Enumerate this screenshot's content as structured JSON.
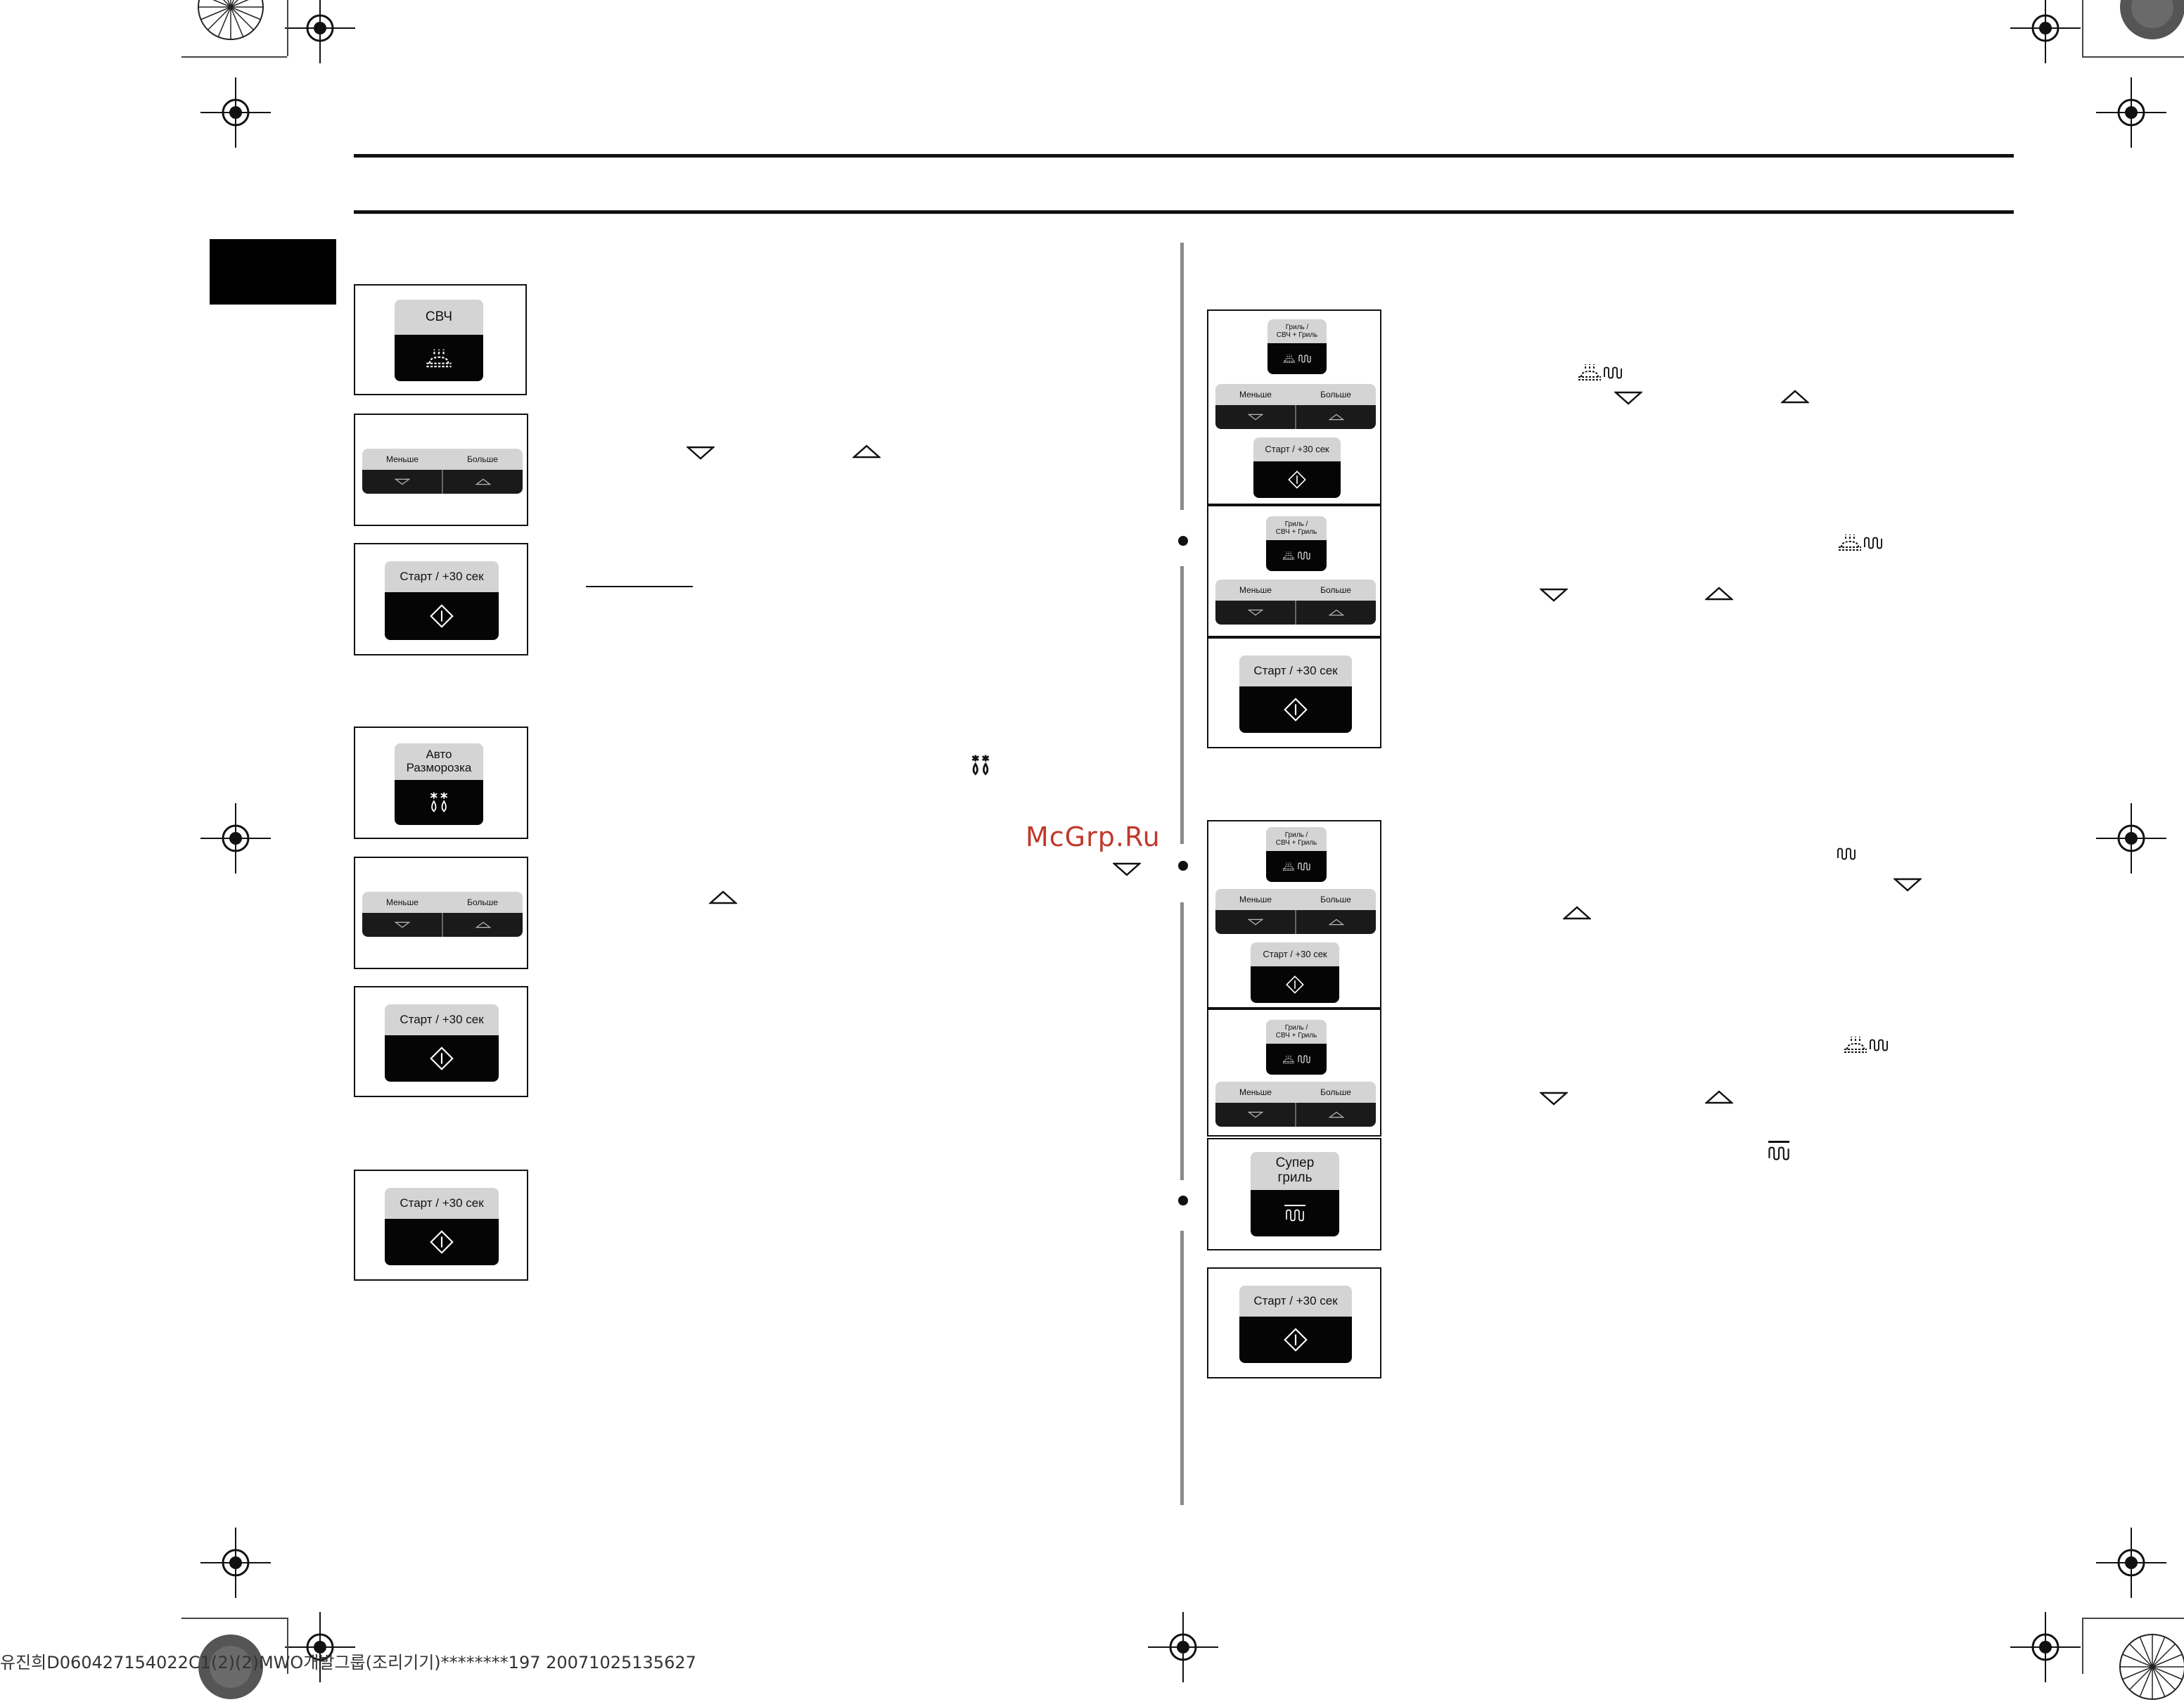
{
  "buttons": {
    "svch": "СВЧ",
    "less": "Меньше",
    "more": "Больше",
    "start": "Старт / +30 сек",
    "auto_defrost_line1": "Авто",
    "auto_defrost_line2": "Разморозка",
    "grill_line1": "Гриль /",
    "grill_line2": "СВЧ + Гриль",
    "super_grill_line1": "Супер",
    "super_grill_line2": "гриль"
  },
  "icons": {
    "microwave": "microwave-icon",
    "defrost": "defrost-icon",
    "combi": "combi-grill-icon",
    "grill": "grill-icon",
    "super_grill": "super-grill-icon",
    "start": "start-diamond-icon",
    "down": "arrow-down-icon",
    "up": "arrow-up-icon"
  },
  "watermark": "McGrp.Ru",
  "footer_code": "유진희D060427154022C1(2)(2)MWO개발그룹(조리기기)********197 20071025135627",
  "colors": {
    "watermark": "#c0392b",
    "panel_dark": "#050505",
    "panel_light": "#d4d4d4"
  }
}
